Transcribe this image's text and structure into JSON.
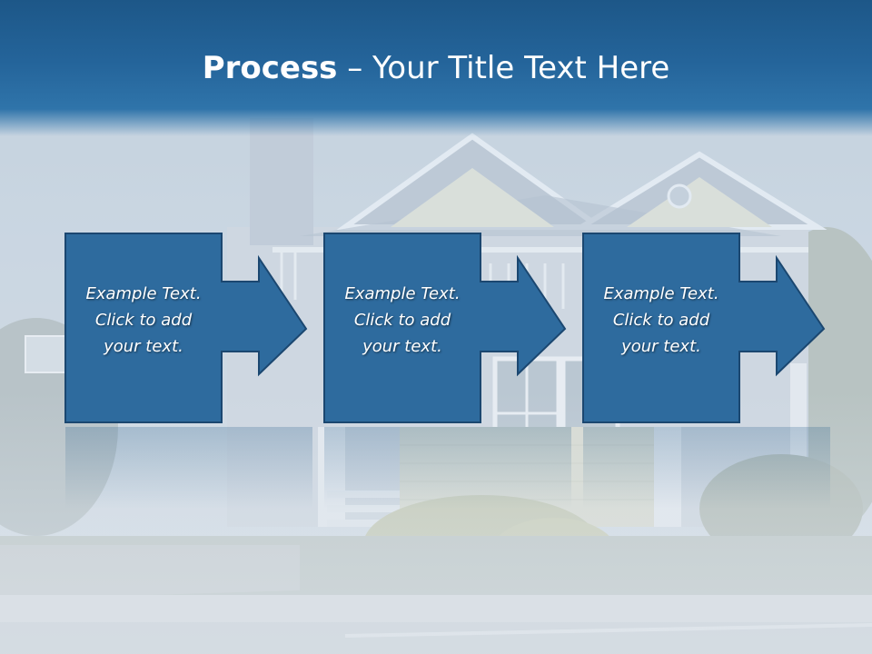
{
  "title": {
    "bold": "Process",
    "rest": " – Your Title Text Here"
  },
  "steps": [
    {
      "text": "Example Text.\nClick  to add\nyour text."
    },
    {
      "text": "Example Text.\nClick  to add\nyour text."
    },
    {
      "text": "Example Text.\nClick  to add\nyour text."
    }
  ],
  "colors": {
    "title_band": "#24649a",
    "arrow_fill": "#2e6b9e",
    "arrow_border": "#1b4770",
    "text": "#ffffff"
  }
}
